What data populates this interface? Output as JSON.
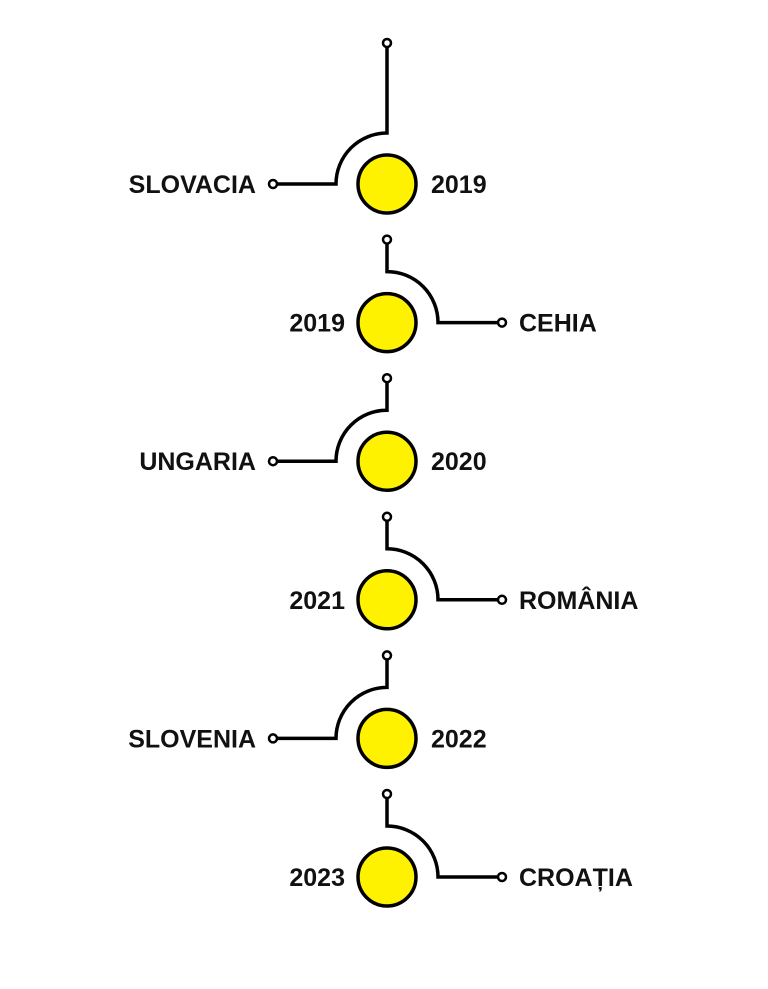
{
  "colors": {
    "node_fill": "#FFF200",
    "stroke": "#000000",
    "text": "#111111"
  },
  "timeline": [
    {
      "country": "SLOVACIA",
      "year": "2019",
      "side": "left"
    },
    {
      "country": "CEHIA",
      "year": "2019",
      "side": "right"
    },
    {
      "country": "UNGARIA",
      "year": "2020",
      "side": "left"
    },
    {
      "country": "ROMÂNIA",
      "year": "2021",
      "side": "right"
    },
    {
      "country": "SLOVENIA",
      "year": "2022",
      "side": "left"
    },
    {
      "country": "CROAȚIA",
      "year": "2023",
      "side": "right"
    }
  ]
}
